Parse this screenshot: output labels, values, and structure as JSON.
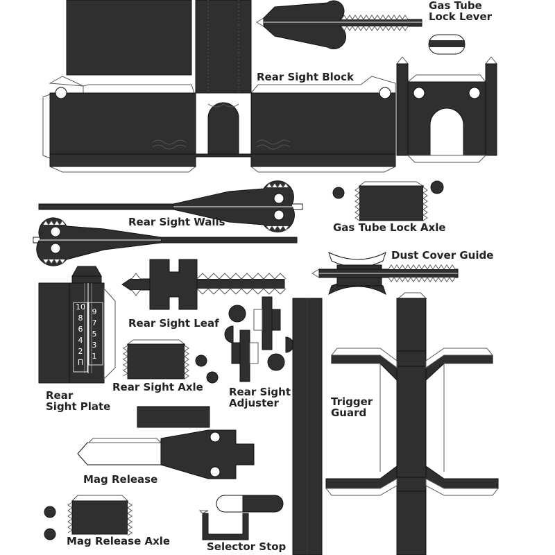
{
  "sheet": {
    "colors": {
      "part_fill": "#2f2f2f",
      "part_fill_dark": "#1f1f1f",
      "outline": "#111111",
      "tab_fill": "#ffffff",
      "tab_stroke": "#555555",
      "label_text": "#222222"
    },
    "labels": {
      "gas_tube_lock_lever": {
        "line1": "Gas Tube",
        "line2": "Lock Lever"
      },
      "rear_sight_block": "Rear Sight Block",
      "gas_tube_lock_axle": "Gas Tube Lock Axle",
      "rear_sight_walls": "Rear Sight Walls",
      "dust_cover_guide": "Dust Cover Guide",
      "rear_sight_leaf": "Rear Sight Leaf",
      "rear_sight_axle": "Rear Sight Axle",
      "rear_sight_adjuster": {
        "line1": "Rear Sight",
        "line2": "Adjuster"
      },
      "rear_sight_plate": {
        "line1": "Rear",
        "line2": "Sight Plate"
      },
      "trigger_guard": {
        "line1": "Trigger",
        "line2": "Guard"
      },
      "mag_release": "Mag Release",
      "mag_release_axle": "Mag Release Axle",
      "selector_stop": "Selector Stop"
    },
    "range_marks": {
      "left": [
        "10",
        "8",
        "6",
        "4",
        "2",
        "П"
      ],
      "right": [
        "9",
        "7",
        "5",
        "3",
        "1"
      ]
    }
  }
}
